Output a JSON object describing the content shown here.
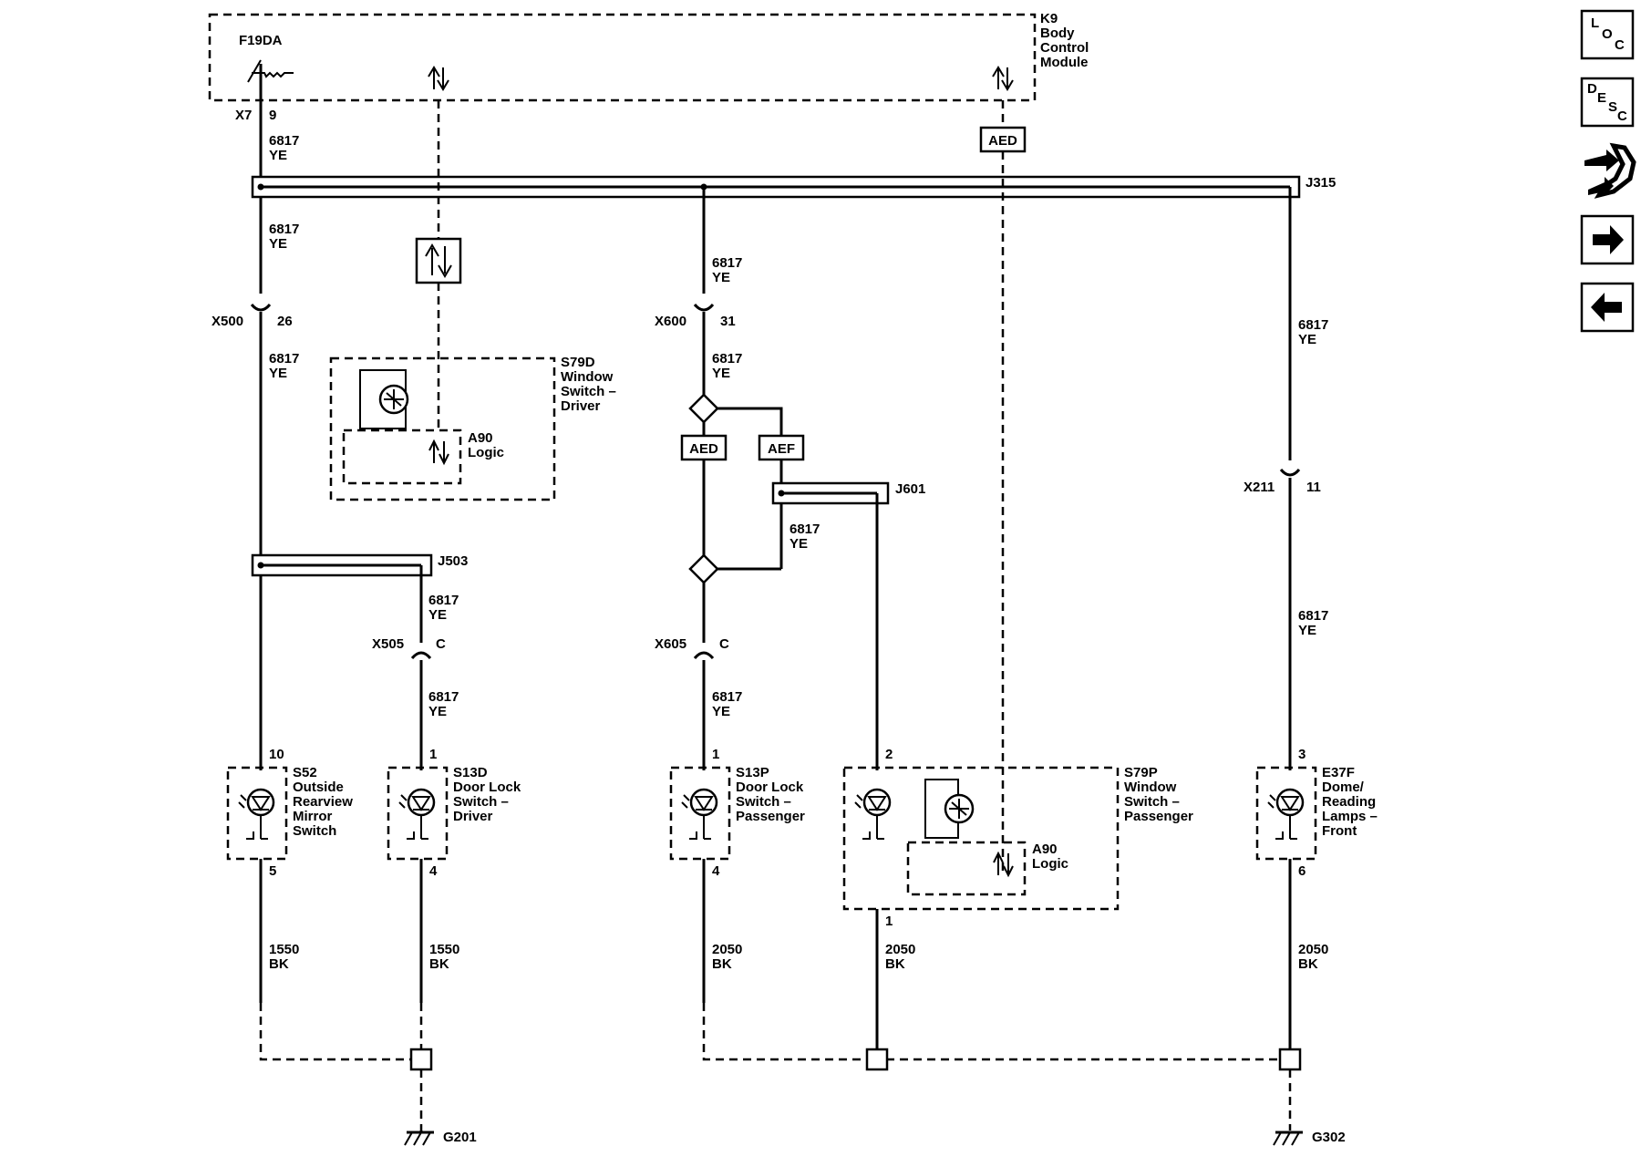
{
  "module": {
    "id": "K9",
    "name_lines": [
      "Body",
      "Control",
      "Module"
    ],
    "fuse": "F19DA",
    "connector": "X7",
    "pin": "9"
  },
  "wires": {
    "circuit_6817": "6817",
    "color_ye": "YE",
    "circuit_1550": "1550",
    "circuit_2050": "2050",
    "color_bk": "BK"
  },
  "splices": {
    "j315": "J315",
    "j503": "J503",
    "j601": "J601"
  },
  "tags": {
    "aed": "AED",
    "aef": "AEF"
  },
  "inline_connectors": {
    "x500": {
      "name": "X500",
      "pin": "26"
    },
    "x600": {
      "name": "X600",
      "pin": "31"
    },
    "x211": {
      "name": "X211",
      "pin": "11"
    },
    "x505": {
      "name": "X505",
      "pin": "C"
    },
    "x605": {
      "name": "X605",
      "pin": "C"
    }
  },
  "components": {
    "s79d": {
      "id": "S79D",
      "lines": [
        "Window",
        "Switch –",
        "Driver"
      ],
      "logic_id": "A90",
      "logic_name": "Logic"
    },
    "s79p": {
      "id": "S79P",
      "lines": [
        "Window",
        "Switch –",
        "Passenger"
      ],
      "logic_id": "A90",
      "logic_name": "Logic",
      "pin_top": "2",
      "pin_bottom": "1"
    },
    "s52": {
      "id": "S52",
      "lines": [
        "Outside",
        "Rearview",
        "Mirror",
        "Switch"
      ],
      "pin_top": "10",
      "pin_bottom": "5"
    },
    "s13d": {
      "id": "S13D",
      "lines": [
        "Door Lock",
        "Switch –",
        "Driver"
      ],
      "pin_top": "1",
      "pin_bottom": "4"
    },
    "s13p": {
      "id": "S13P",
      "lines": [
        "Door Lock",
        "Switch –",
        "Passenger"
      ],
      "pin_top": "1",
      "pin_bottom": "4"
    },
    "e37f": {
      "id": "E37F",
      "lines": [
        "Dome/",
        "Reading",
        "Lamps –",
        "Front"
      ],
      "pin_top": "3",
      "pin_bottom": "6"
    }
  },
  "grounds": {
    "g201": "G201",
    "g302": "G302"
  },
  "nav": [
    {
      "name": "location-button",
      "icon": "loc-icon",
      "glyph": [
        "L",
        "O",
        "C"
      ]
    },
    {
      "name": "description-button",
      "icon": "desc-icon",
      "glyph": [
        "D",
        "E",
        "S",
        "C"
      ]
    },
    {
      "name": "connector-end-view-button",
      "icon": "connector-icon"
    },
    {
      "name": "next-page-button",
      "icon": "arrow-right-icon"
    },
    {
      "name": "previous-page-button",
      "icon": "arrow-left-icon"
    }
  ]
}
